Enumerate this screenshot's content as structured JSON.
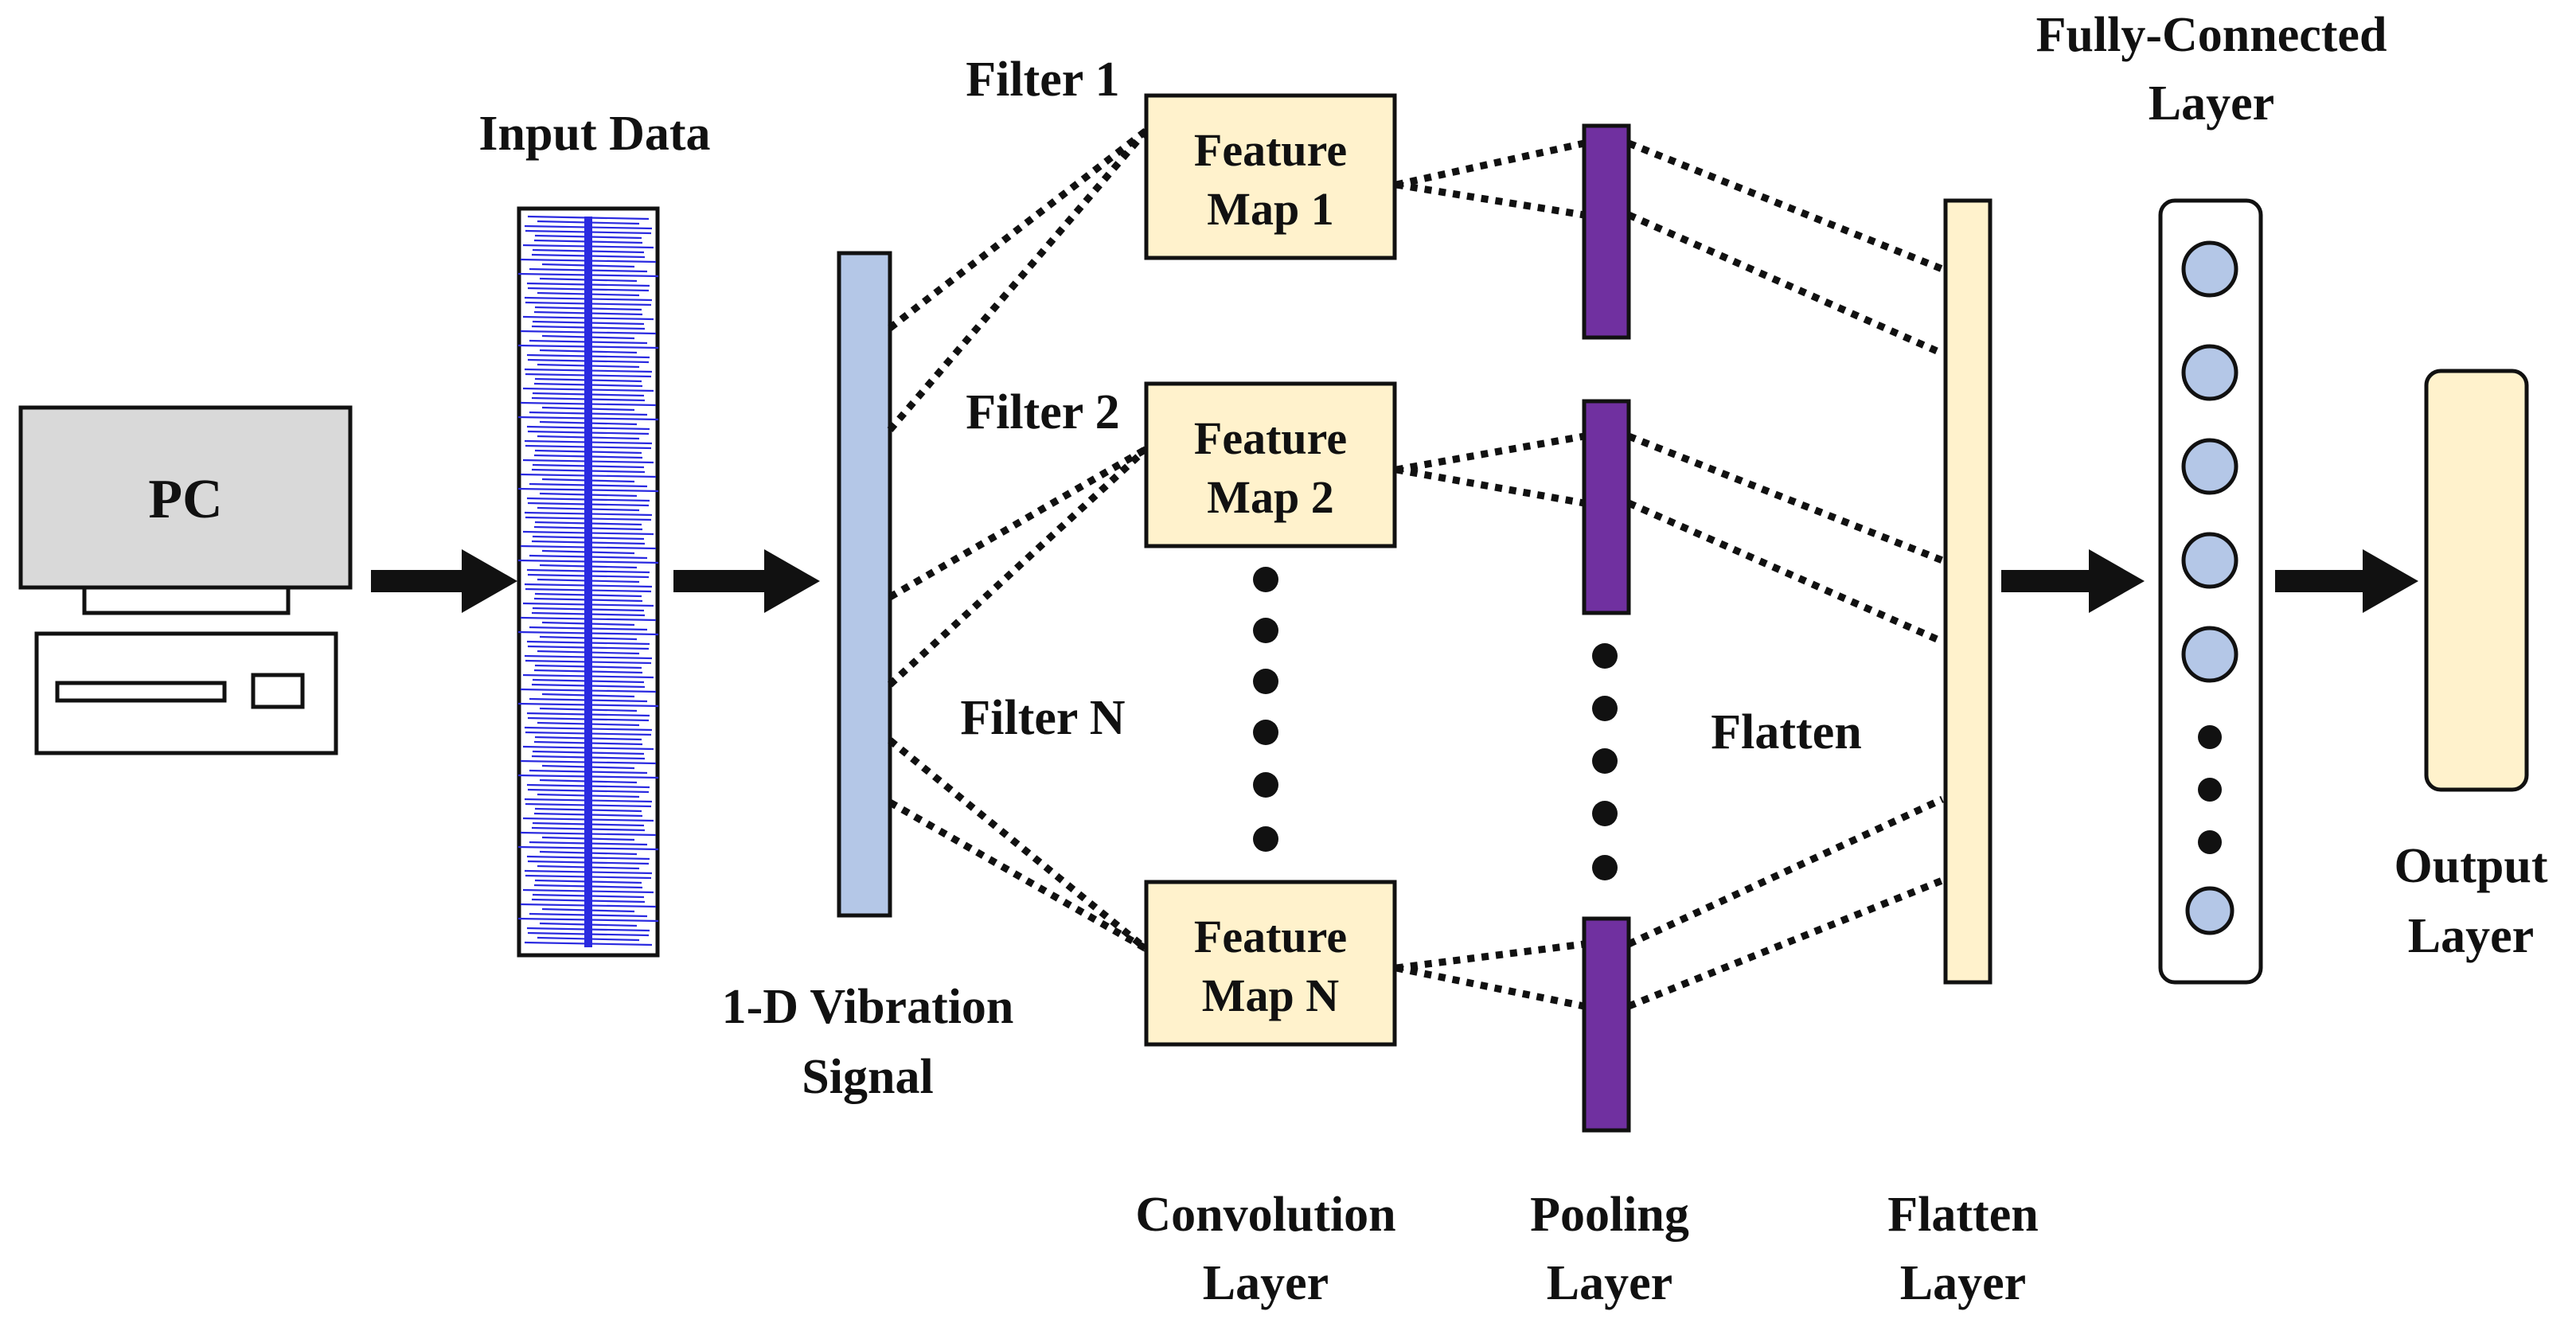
{
  "pc": {
    "label": "PC"
  },
  "input": {
    "title": "Input Data"
  },
  "signal": {
    "line1": "1-D Vibration",
    "line2": "Signal"
  },
  "filters": {
    "f1": "Filter 1",
    "f2": "Filter 2",
    "fn": "Filter N"
  },
  "feature_maps": [
    {
      "line1": "Feature",
      "line2": "Map 1"
    },
    {
      "line1": "Feature",
      "line2": "Map 2"
    },
    {
      "line1": "Feature",
      "line2": "Map N"
    }
  ],
  "flatten_label": "Flatten",
  "fully_connected": {
    "line1": "Fully-Connected",
    "line2": "Layer"
  },
  "output": {
    "line1": "Output",
    "line2": "Layer"
  },
  "bottom_labels": {
    "convolution": {
      "line1": "Convolution",
      "line2": "Layer"
    },
    "pooling": {
      "line1": "Pooling",
      "line2": "Layer"
    },
    "flatten": {
      "line1": "Flatten",
      "line2": "Layer"
    }
  },
  "colors": {
    "pc_screen": "#d9d9d9",
    "signal_wave": "#2a2ae0",
    "signal_bar": "#b4c7e7",
    "feature_map_fill": "#fff2cc",
    "pooling_fill": "#7030a0",
    "flatten_fill": "#fff2cc",
    "node_fill": "#b4c7e7",
    "output_fill": "#fff2cc",
    "stroke": "#111111"
  }
}
